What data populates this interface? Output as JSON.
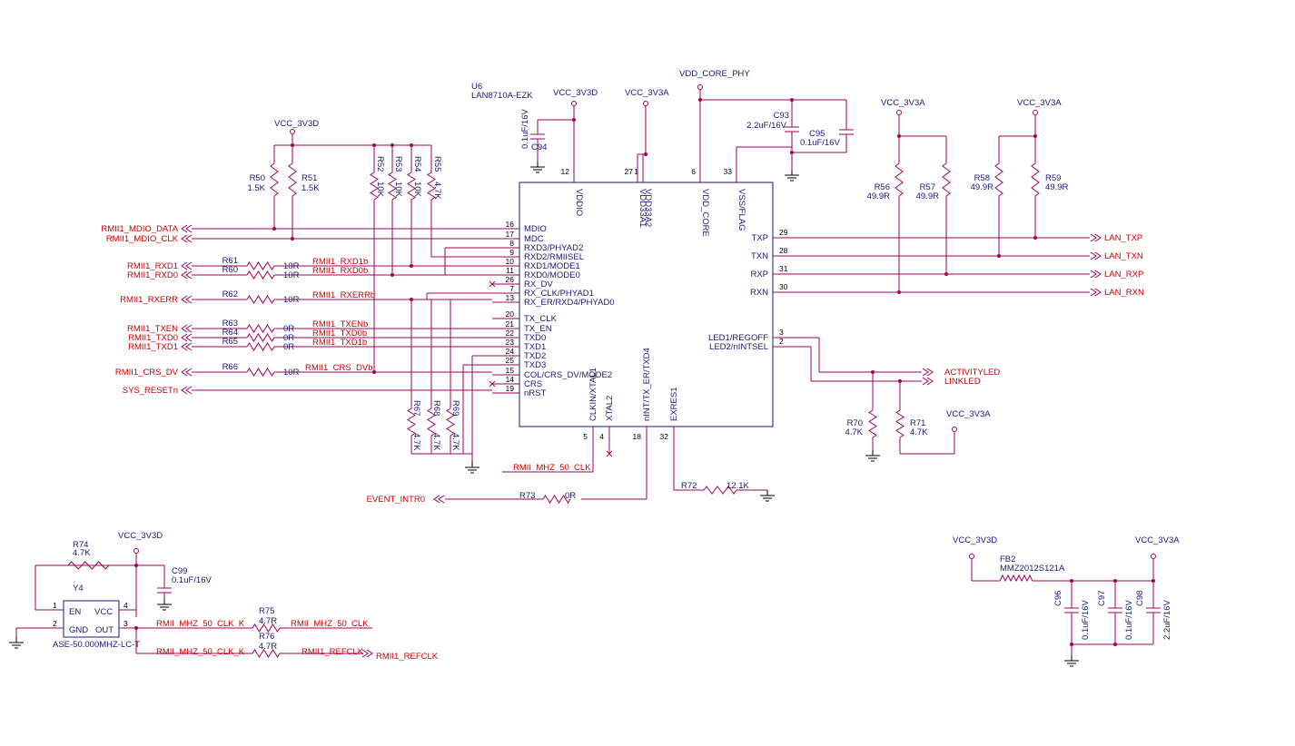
{
  "chip": {
    "ref": "U6",
    "part": "LAN8710A-EZK",
    "left_pins": [
      {
        "num": "16",
        "name": "MDIO"
      },
      {
        "num": "17",
        "name": "MDC"
      },
      {
        "num": "8",
        "name": "RXD3/PHYAD2"
      },
      {
        "num": "9",
        "name": "RXD2/RMIISEL"
      },
      {
        "num": "10",
        "name": "RXD1/MODE1"
      },
      {
        "num": "11",
        "name": "RXD0/MODE0"
      },
      {
        "num": "26",
        "name": "RX_DV"
      },
      {
        "num": "7",
        "name": "RX_CLK/PHYAD1"
      },
      {
        "num": "13",
        "name": "RX_ER/RXD4/PHYAD0"
      },
      {
        "num": "20",
        "name": "TX_CLK"
      },
      {
        "num": "21",
        "name": "TX_EN"
      },
      {
        "num": "22",
        "name": "TXD0"
      },
      {
        "num": "23",
        "name": "TXD1"
      },
      {
        "num": "24",
        "name": "TXD2"
      },
      {
        "num": "25",
        "name": "TXD3"
      },
      {
        "num": "15",
        "name": "COL/CRS_DV/MODE2"
      },
      {
        "num": "14",
        "name": "CRS"
      },
      {
        "num": "19",
        "name": "nRST"
      }
    ],
    "top_pins": [
      {
        "num": "12",
        "name": "VDDIO"
      },
      {
        "num": "27",
        "name": "VDD33A1"
      },
      {
        "num": "1",
        "name": "VDD33A2"
      },
      {
        "num": "6",
        "name": "VDD_CORE"
      },
      {
        "num": "33",
        "name": "VSS/FLAG"
      }
    ],
    "right_pins": [
      {
        "num": "29",
        "name": "TXP"
      },
      {
        "num": "28",
        "name": "TXN"
      },
      {
        "num": "31",
        "name": "RXP"
      },
      {
        "num": "30",
        "name": "RXN"
      },
      {
        "num": "3",
        "name": "LED1/REGOFF"
      },
      {
        "num": "2",
        "name": "LED2/nINTSEL"
      }
    ],
    "bottom_pins": [
      {
        "num": "5",
        "name": "CLKIN/XTAL1"
      },
      {
        "num": "4",
        "name": "XTAL2"
      },
      {
        "num": "18",
        "name": "nINT/TX_ER/TXD4"
      },
      {
        "num": "32",
        "name": "EXRES1"
      }
    ]
  },
  "power": {
    "vcc_3v3d": "VCC_3V3D",
    "vcc_3v3a": "VCC_3V3A",
    "vdd_core_phy": "VDD_CORE_PHY"
  },
  "nets_left": {
    "mdio": "RMII1_MDIO_DATA",
    "mdc": "RMII1_MDIO_CLK",
    "rxd1": "RMII1_RXD1",
    "rxd0": "RMII1_RXD0",
    "rxerr": "RMII1_RXERR",
    "txen": "RMII1_TXEN",
    "txd0": "RMII1_TXD0",
    "txd1": "RMII1_TXD1",
    "crsdv": "RMII1_CRS_DV",
    "reset": "SYS_RESETn",
    "event": "EVENT_INTR0"
  },
  "nets_inner": {
    "rxd1b": "RMII1_RXD1b",
    "rxd0b": "RMII1_RXD0b",
    "rxerrb": "RMII1_RXERRb",
    "txenb": "RMII1_TXENb",
    "txd0b": "RMII1_TXD0b",
    "txd1b": "RMII1_TXD1b",
    "crsdvb": "RMII1_CRS_DVb",
    "clk50": "RMII_MHZ_50_CLK",
    "clk50k": "RMII_MHZ_50_CLK_K",
    "refclk": "RMII1_REFCLK"
  },
  "nets_right": {
    "txp": "LAN_TXP",
    "txn": "LAN_TXN",
    "rxp": "LAN_RXP",
    "rxn": "LAN_RXN",
    "act": "ACTIVITYLED",
    "link": "LINKLED"
  },
  "resistors": {
    "r50": {
      "ref": "R50",
      "val": "1.5K"
    },
    "r51": {
      "ref": "R51",
      "val": "1.5K"
    },
    "r52": {
      "ref": "R52",
      "val": "10K"
    },
    "r53": {
      "ref": "R53",
      "val": "10K"
    },
    "r54": {
      "ref": "R54",
      "val": "10K"
    },
    "r55": {
      "ref": "R55",
      "val": "4.7K"
    },
    "r56": {
      "ref": "R56",
      "val": "49.9R"
    },
    "r57": {
      "ref": "R57",
      "val": "49.9R"
    },
    "r58": {
      "ref": "R58",
      "val": "49.9R"
    },
    "r59": {
      "ref": "R59",
      "val": "49.9R"
    },
    "r60": {
      "ref": "R60",
      "val": "10R"
    },
    "r61": {
      "ref": "R61",
      "val": "10R"
    },
    "r62": {
      "ref": "R62",
      "val": "10R"
    },
    "r63": {
      "ref": "R63",
      "val": "0R"
    },
    "r64": {
      "ref": "R64",
      "val": "0R"
    },
    "r65": {
      "ref": "R65",
      "val": "0R"
    },
    "r66": {
      "ref": "R66",
      "val": "10R"
    },
    "r67": {
      "ref": "R67",
      "val": "4.7K"
    },
    "r68": {
      "ref": "R68",
      "val": "4.7K"
    },
    "r69": {
      "ref": "R69",
      "val": "4.7K"
    },
    "r70": {
      "ref": "R70",
      "val": "4.7K"
    },
    "r71": {
      "ref": "R71",
      "val": "4.7K"
    },
    "r72": {
      "ref": "R72",
      "val": "12.1K"
    },
    "r73": {
      "ref": "R73",
      "val": "0R"
    },
    "r74": {
      "ref": "R74",
      "val": "4.7K"
    },
    "r75": {
      "ref": "R75",
      "val": "4.7R"
    },
    "r76": {
      "ref": "R76",
      "val": "4.7R"
    }
  },
  "capacitors": {
    "c93": {
      "ref": "C93",
      "val": "2.2uF/16V"
    },
    "c94": {
      "ref": "C94",
      "val": "0.1uF/16V"
    },
    "c95": {
      "ref": "C95",
      "val": "0.1uF/16V"
    },
    "c96": {
      "ref": "C96",
      "val": "0.1uF/16V"
    },
    "c97": {
      "ref": "C97",
      "val": "0.1uF/16V"
    },
    "c98": {
      "ref": "C98",
      "val": "2.2uF/16V"
    },
    "c99": {
      "ref": "C99",
      "val": "0.1uF/16V"
    }
  },
  "osc": {
    "ref": "Y4",
    "part": "ASE-50.000MHZ-LC-T",
    "pins": {
      "en": "EN",
      "vcc": "VCC",
      "gnd": "GND",
      "out": "OUT",
      "p1": "1",
      "p2": "2",
      "p3": "3",
      "p4": "4"
    }
  },
  "ferrite": {
    "ref": "FB2",
    "part": "MMZ2012S121A"
  }
}
